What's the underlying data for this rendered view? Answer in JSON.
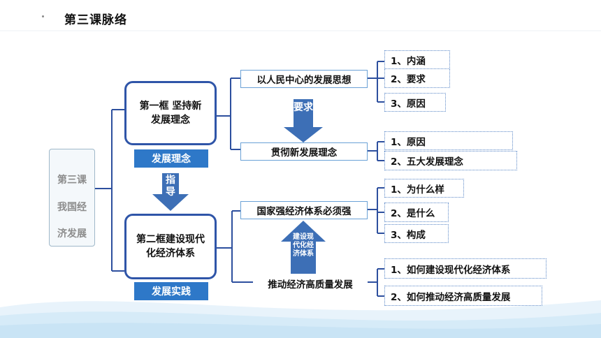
{
  "header": {
    "title": "第三课脉络"
  },
  "scroll": {
    "lines": [
      "第三课",
      "我国经",
      "济发展"
    ]
  },
  "frames": {
    "first": "第一框 坚持新发展理念",
    "second": "第二框建设现代化经济体系"
  },
  "tags": {
    "theory": "发展理念",
    "practice": "发展实践"
  },
  "arrows": {
    "require": "要求",
    "guide": "指导",
    "build": "建设现代化经济体系"
  },
  "topics": {
    "t1": "以人民中心的发展思想",
    "t2": "贯彻新发展理念",
    "t3": "国家强经济体系必须强",
    "t4": "推动经济高质量发展"
  },
  "leaves": {
    "t1": [
      "1、内涵",
      "2、要求",
      "3、原因"
    ],
    "t2": [
      "1、原因",
      "2、五大发展理念"
    ],
    "t3": [
      "1、为什么样",
      "2、是什么",
      "3、构成"
    ],
    "t4": [
      "1、如何建设现代化经济体系",
      "2、如何推动经济高质量发展"
    ]
  },
  "colors": {
    "frame": "#2f55a8",
    "tag": "#2e78c8",
    "arrow": "#3d6fb6",
    "line": "#2d4f9e"
  }
}
